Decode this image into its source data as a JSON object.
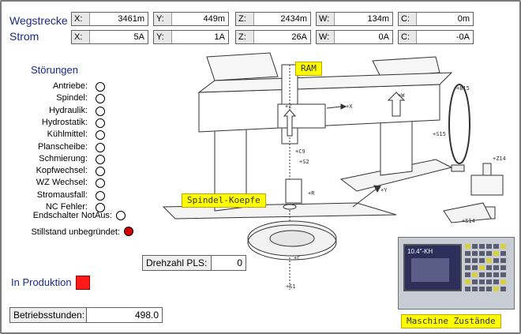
{
  "rows": {
    "wegstrecke": {
      "title": "Wegstrecke",
      "cells": [
        {
          "axis": "X:",
          "value": "3461m"
        },
        {
          "axis": "Y:",
          "value": "449m"
        },
        {
          "axis": "Z:",
          "value": "2434m"
        },
        {
          "axis": "W:",
          "value": "134m"
        },
        {
          "axis": "C:",
          "value": "0m"
        }
      ]
    },
    "strom": {
      "title": "Strom",
      "cells": [
        {
          "axis": "X:",
          "value": "5A"
        },
        {
          "axis": "Y:",
          "value": "1A"
        },
        {
          "axis": "Z:",
          "value": "26A"
        },
        {
          "axis": "W:",
          "value": "0A"
        },
        {
          "axis": "C:",
          "value": "-0A"
        }
      ]
    }
  },
  "stoerungen": {
    "title": "Störungen",
    "items": [
      {
        "label": "Antriebe:"
      },
      {
        "label": "Spindel:"
      },
      {
        "label": "Hydraulik:"
      },
      {
        "label": "Hydrostatik:"
      },
      {
        "label": "Kühlmittel:"
      },
      {
        "label": "Planscheibe:"
      },
      {
        "label": "Schmierung:"
      },
      {
        "label": "Kopfwechsel:"
      },
      {
        "label": "WZ Wechsel:"
      },
      {
        "label": "Stromausfall:"
      },
      {
        "label": "NC Fehler:"
      }
    ],
    "notaus_label": "Endschalter NotAus:",
    "stillstand_label": "Stillstand unbegründet:",
    "lamp_on_color": "#d40000"
  },
  "drehzahl": {
    "label": "Drehzahl PLS:",
    "value": "0"
  },
  "produktion": {
    "label": "In Produktion",
    "color": "#ff1a1a"
  },
  "betrieb": {
    "label": "Betriebsstunden:",
    "value": "498.0"
  },
  "machine": {
    "ram_label": "RAM",
    "spindel_label": "Spindel-Koepfe",
    "zustand_label": "Maschine Zustände",
    "axis_tags": [
      "+X",
      "+W",
      "+Z",
      "+C9",
      "+S2",
      "+R",
      "+Y",
      "+C",
      "+S1",
      "+B15",
      "+S15",
      "+Z14",
      "+S14"
    ],
    "hmi_screen_text": "10.4\"-KH"
  }
}
